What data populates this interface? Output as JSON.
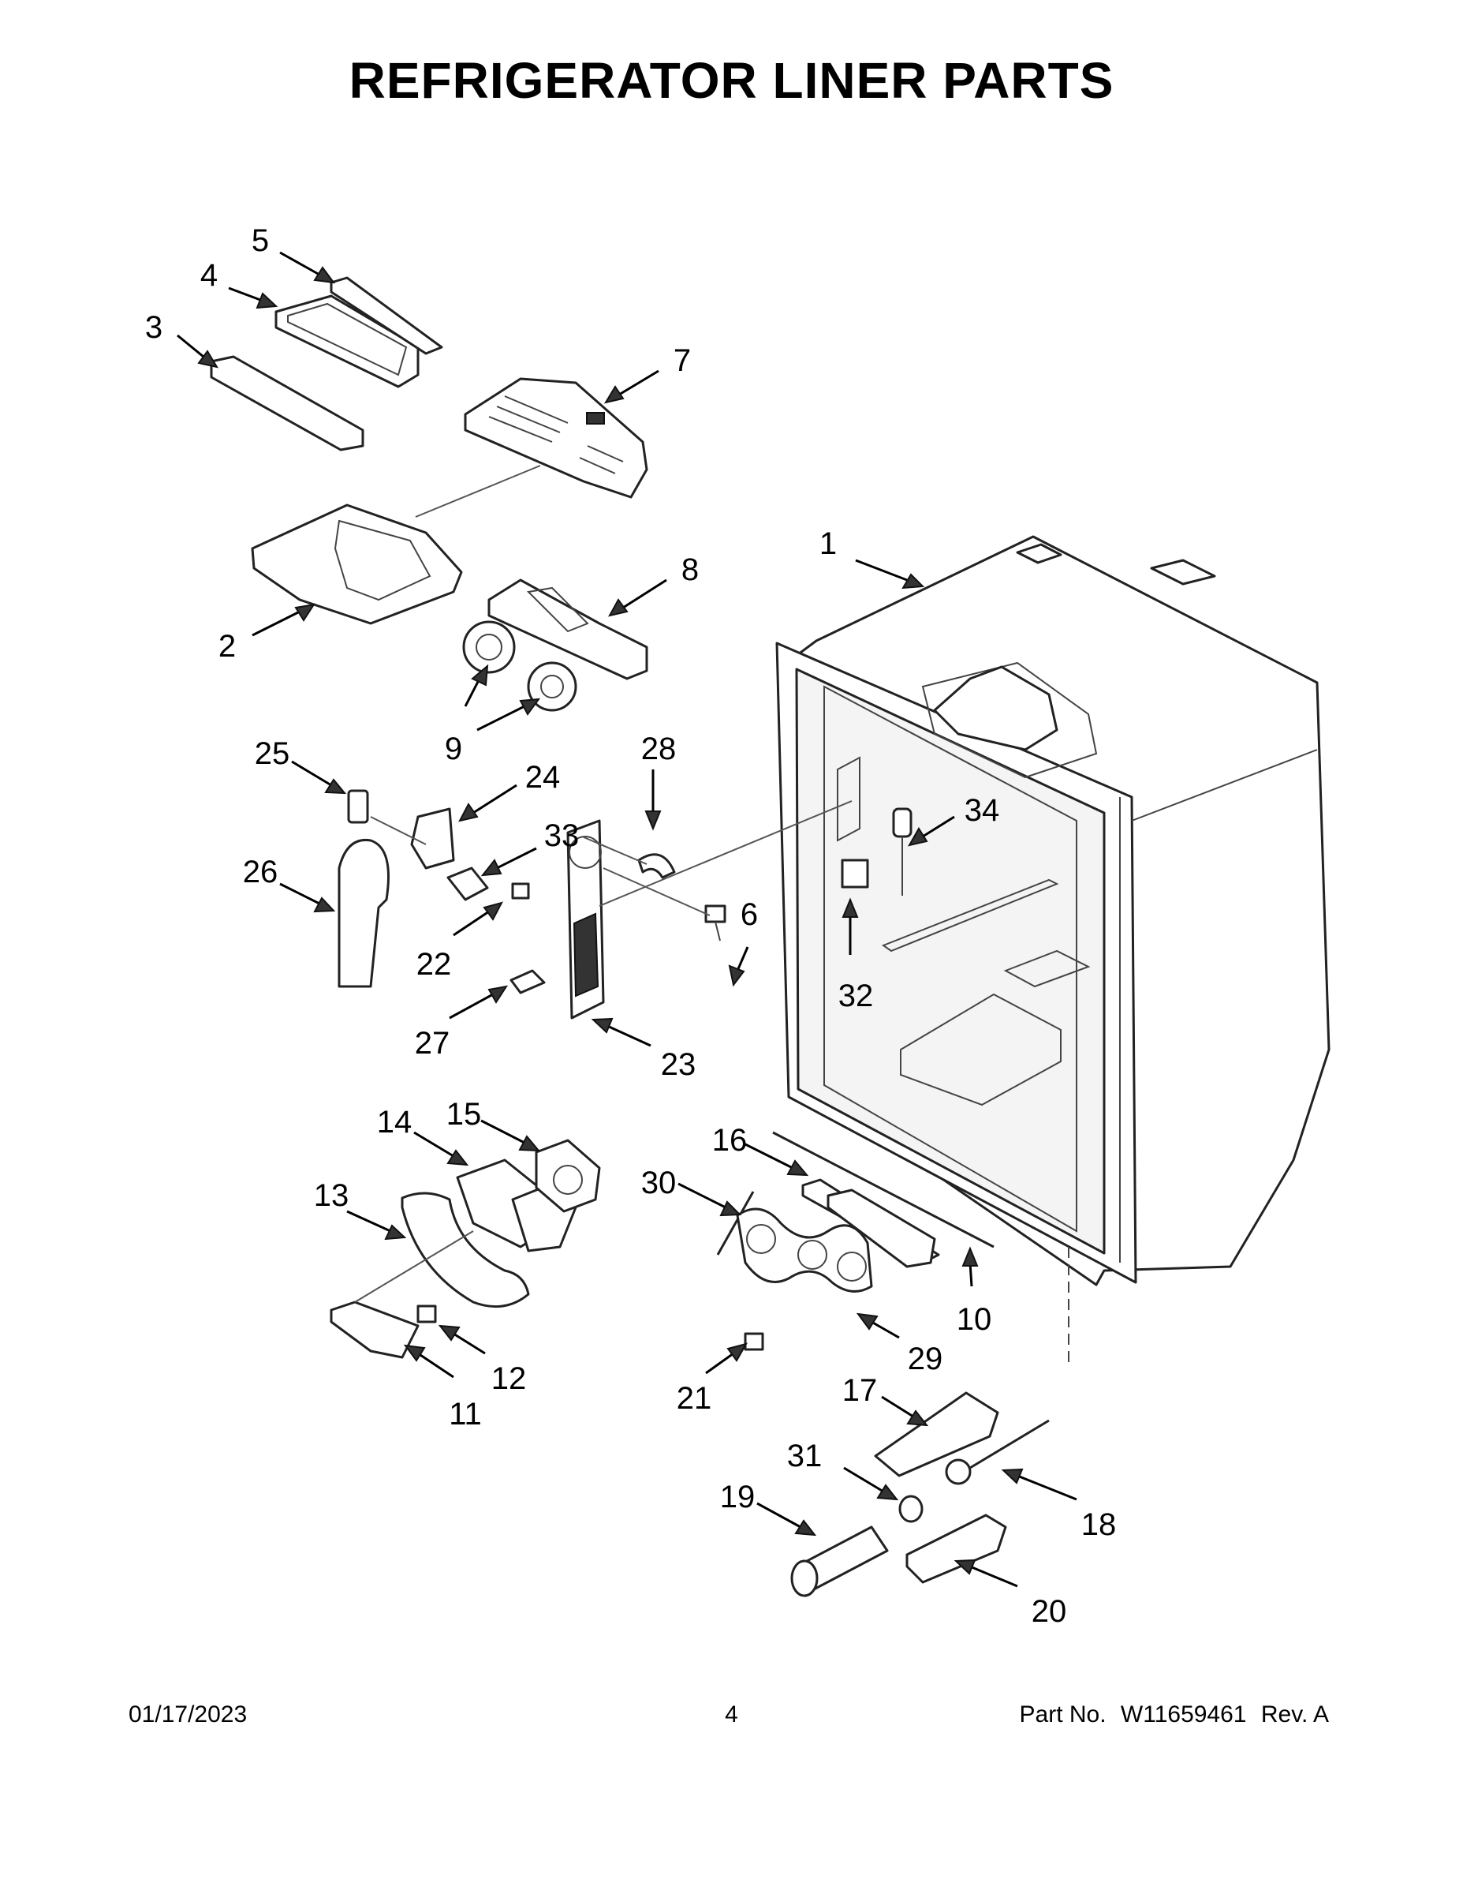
{
  "title": "REFRIGERATOR LINER PARTS",
  "callouts": [
    {
      "id": "callout-1",
      "label": "1"
    },
    {
      "id": "callout-2",
      "label": "2"
    },
    {
      "id": "callout-3",
      "label": "3"
    },
    {
      "id": "callout-4",
      "label": "4"
    },
    {
      "id": "callout-5",
      "label": "5"
    },
    {
      "id": "callout-6",
      "label": "6"
    },
    {
      "id": "callout-7",
      "label": "7"
    },
    {
      "id": "callout-8",
      "label": "8"
    },
    {
      "id": "callout-9",
      "label": "9"
    },
    {
      "id": "callout-10",
      "label": "10"
    },
    {
      "id": "callout-11",
      "label": "11"
    },
    {
      "id": "callout-12",
      "label": "12"
    },
    {
      "id": "callout-13",
      "label": "13"
    },
    {
      "id": "callout-14",
      "label": "14"
    },
    {
      "id": "callout-15",
      "label": "15"
    },
    {
      "id": "callout-16",
      "label": "16"
    },
    {
      "id": "callout-17",
      "label": "17"
    },
    {
      "id": "callout-18",
      "label": "18"
    },
    {
      "id": "callout-19",
      "label": "19"
    },
    {
      "id": "callout-20",
      "label": "20"
    },
    {
      "id": "callout-21",
      "label": "21"
    },
    {
      "id": "callout-22",
      "label": "22"
    },
    {
      "id": "callout-23",
      "label": "23"
    },
    {
      "id": "callout-24",
      "label": "24"
    },
    {
      "id": "callout-25",
      "label": "25"
    },
    {
      "id": "callout-26",
      "label": "26"
    },
    {
      "id": "callout-27",
      "label": "27"
    },
    {
      "id": "callout-28",
      "label": "28"
    },
    {
      "id": "callout-29",
      "label": "29"
    },
    {
      "id": "callout-30",
      "label": "30"
    },
    {
      "id": "callout-31",
      "label": "31"
    },
    {
      "id": "callout-32",
      "label": "32"
    },
    {
      "id": "callout-33",
      "label": "33"
    },
    {
      "id": "callout-34",
      "label": "34"
    }
  ],
  "footer": {
    "date": "01/17/2023",
    "page_number": "4",
    "part_label": "Part No.",
    "part_number": "W11659461",
    "revision": "Rev. A"
  }
}
